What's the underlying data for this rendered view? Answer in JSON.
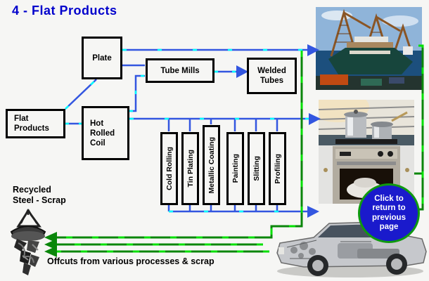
{
  "title": "4 - Flat Products",
  "boxes": {
    "flat_products": "Flat Products",
    "plate": "Plate",
    "hot_rolled_coil": "Hot Rolled Coil",
    "tube_mills": "Tube Mills",
    "welded_tubes": "Welded Tubes"
  },
  "process_boxes": [
    "Cold Rolling",
    "Tin Plating",
    "Metallic Coating",
    "Painting",
    "Slitting",
    "Profiling"
  ],
  "recycled_label": {
    "line1": "Recycled",
    "line2": "Steel - Scrap"
  },
  "offcuts_label": "Offcuts from various processes & scrap",
  "button": {
    "lines": [
      "Click to",
      "return to",
      "previous",
      "page"
    ]
  },
  "icons": {
    "ship": "cargo-ship-with-port-cranes",
    "kitchen": "oven-with-cooking-pots",
    "car": "car-cutaway-drawing",
    "magnet": "scrap-magnet"
  },
  "colors": {
    "title_blue": "#0000cc",
    "line_blue": "#3356e0",
    "dash_cyan": "#00ffff",
    "line_green": "#0a860a",
    "dash_green": "#00e000",
    "button_fill": "#1a1acc",
    "button_border": "#0f9a0f",
    "button_text": "#ffffff"
  }
}
